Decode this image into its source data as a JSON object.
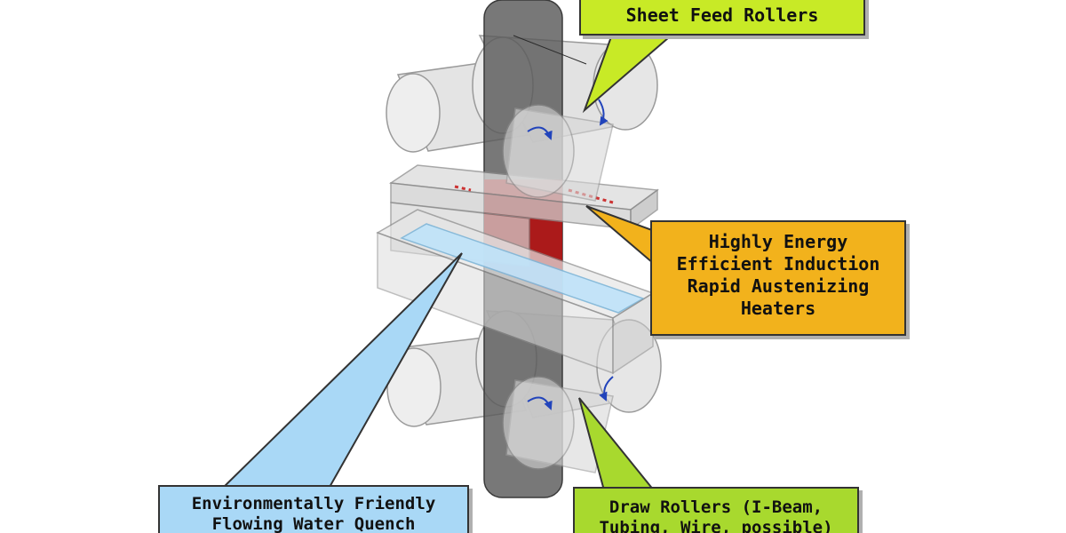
{
  "colors": {
    "feed_callout": "#c8ea26",
    "heater_callout": "#f2b21c",
    "quench_callout": "#a9d8f6",
    "draw_callout": "#a8d92e",
    "sheet": "#555555",
    "heated_zone": "#b01010",
    "water": "#bfe3fa",
    "roller": "#dedede",
    "rotation_arrow": "#2244bb"
  },
  "callouts": {
    "sheet_feed": {
      "lines": [
        "Sheet Feed Rollers"
      ]
    },
    "heaters": {
      "lines": [
        "Highly Energy",
        "Efficient Induction",
        "Rapid Austenizing",
        "Heaters"
      ]
    },
    "quench": {
      "lines": [
        "Environmentally Friendly",
        "Flowing Water Quench"
      ]
    },
    "draw": {
      "lines": [
        "Draw Rollers (I-Beam,",
        "Tubing, Wire, possible)"
      ]
    }
  },
  "icons": [
    "rotation-arrow-icon"
  ]
}
